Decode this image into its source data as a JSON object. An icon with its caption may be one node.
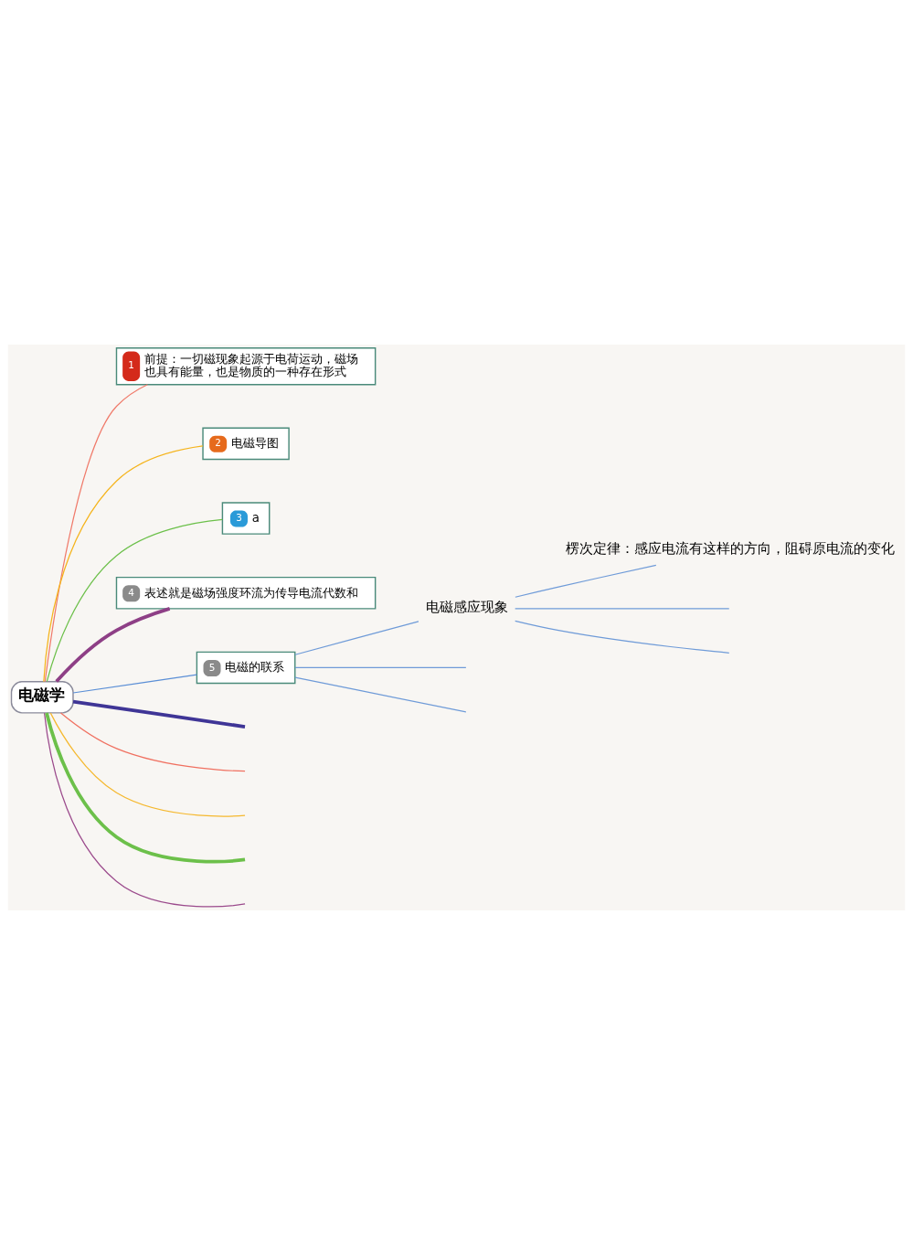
{
  "diagram": {
    "nodes": [
      {
        "text": [
          "电磁学"
        ]
      },
      {
        "text": [
          "1",
          "前提：一切磁现象起源于电荷运动，磁场也具有能量，也是物质的一种存在形式"
        ]
      },
      {
        "text": [
          "2",
          "电磁导图"
        ]
      },
      {
        "text": [
          "3",
          "a"
        ]
      },
      {
        "text": [
          "4",
          "表述就是磁场强度环流为传导电流代数和"
        ]
      },
      {
        "text": [
          "5",
          "电磁的联系"
        ]
      },
      {
        "text": [
          "电磁感应现象"
        ]
      },
      {
        "text": [
          "楞次定律：感应电流有这样的方向，阻碍原电流的变化"
        ]
      }
    ],
    "edges": [
      {
        "from": 0,
        "to": 1,
        "arrow": "none",
        "color": "#f07a6a"
      },
      {
        "from": 0,
        "to": 2,
        "arrow": "none",
        "color": "#f5b41c"
      },
      {
        "from": 0,
        "to": 3,
        "arrow": "none",
        "color": "#6cc04a"
      },
      {
        "from": 0,
        "to": 4,
        "arrow": "none",
        "style": "thick",
        "color": "#8e3f86"
      },
      {
        "from": 0,
        "to": 5,
        "arrow": "none",
        "color": "#5b8fd6"
      },
      {
        "from": 5,
        "to": 6,
        "arrow": "none",
        "color": "#6f9bd8"
      },
      {
        "from": 6,
        "to": 7,
        "arrow": "none",
        "color": "#6f9bd8"
      },
      {
        "from": 6,
        "to": null,
        "arrow": "none",
        "color": "#6f9bd8"
      },
      {
        "from": 6,
        "to": null,
        "arrow": "none",
        "color": "#6f9bd8"
      },
      {
        "from": 5,
        "to": null,
        "arrow": "none",
        "color": "#6f9bd8"
      },
      {
        "from": 5,
        "to": null,
        "arrow": "none",
        "color": "#6f9bd8"
      },
      {
        "from": 0,
        "to": null,
        "arrow": "none",
        "color": "#9b4a8c"
      },
      {
        "from": 0,
        "to": null,
        "arrow": "none",
        "style": "thick",
        "color": "#6cc04a"
      },
      {
        "from": 0,
        "to": null,
        "arrow": "none",
        "color": "#f5b82e"
      },
      {
        "from": 0,
        "to": null,
        "arrow": "none",
        "color": "#f07060"
      },
      {
        "from": 0,
        "to": null,
        "arrow": "none",
        "style": "thick",
        "color": "#3f3596"
      }
    ]
  }
}
